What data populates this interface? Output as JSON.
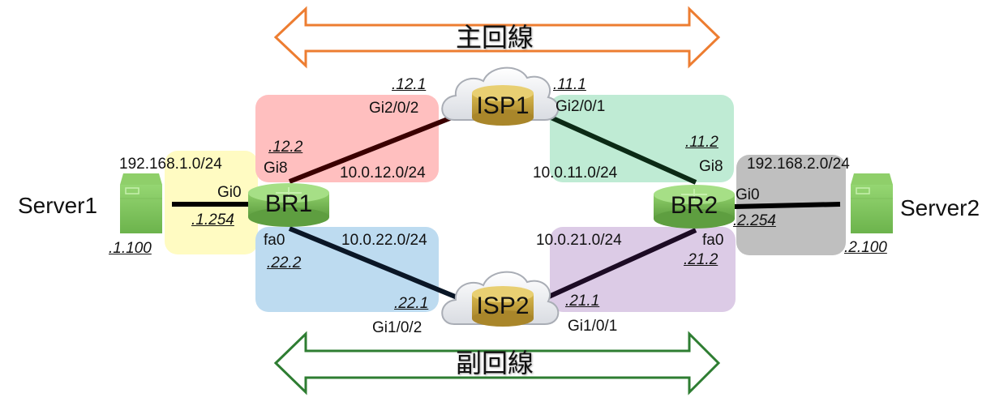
{
  "arrows": {
    "primary": {
      "label": "主回線",
      "color": "#ED7D31"
    },
    "secondary": {
      "label": "副回線",
      "color": "#2E7D32"
    }
  },
  "regions": {
    "lan1": {
      "color": "#FFFBC2"
    },
    "link12": {
      "color": "#FFBFBF"
    },
    "link11": {
      "color": "#BFEBD4"
    },
    "lan2": {
      "color": "#BFBFBF"
    },
    "link22": {
      "color": "#BDDBF0"
    },
    "link21": {
      "color": "#DCCBE6"
    }
  },
  "nodes": {
    "server1": {
      "name": "Server1",
      "ip": ".1.100"
    },
    "server2": {
      "name": "Server2",
      "ip": ".2.100"
    },
    "br1": {
      "name": "BR1"
    },
    "br2": {
      "name": "BR2"
    },
    "isp1": {
      "name": "ISP1"
    },
    "isp2": {
      "name": "ISP2"
    }
  },
  "networks": {
    "lan1": "192.168.1.0/24",
    "lan2": "192.168.2.0/24",
    "link12": "10.0.12.0/24",
    "link11": "10.0.11.0/24",
    "link22": "10.0.22.0/24",
    "link21": "10.0.21.0/24"
  },
  "interfaces": {
    "br1_gi0": {
      "name": "Gi0",
      "ip": ".1.254"
    },
    "br1_gi8": {
      "name": "Gi8",
      "ip": ".12.2"
    },
    "br1_fa0": {
      "name": "fa0",
      "ip": ".22.2"
    },
    "isp1_gi202": {
      "name": "Gi2/0/2",
      "ip": ".12.1"
    },
    "isp1_gi201": {
      "name": "Gi2/0/1",
      "ip": ".11.1"
    },
    "br2_gi8": {
      "name": "Gi8",
      "ip": ".11.2"
    },
    "br2_gi0": {
      "name": "Gi0",
      "ip": ".2.254"
    },
    "br2_fa0": {
      "name": "fa0",
      "ip": ".21.2"
    },
    "isp2_gi102": {
      "name": "Gi1/0/2",
      "ip": ".22.1"
    },
    "isp2_gi101": {
      "name": "Gi1/0/1",
      "ip": ".21.1"
    }
  }
}
